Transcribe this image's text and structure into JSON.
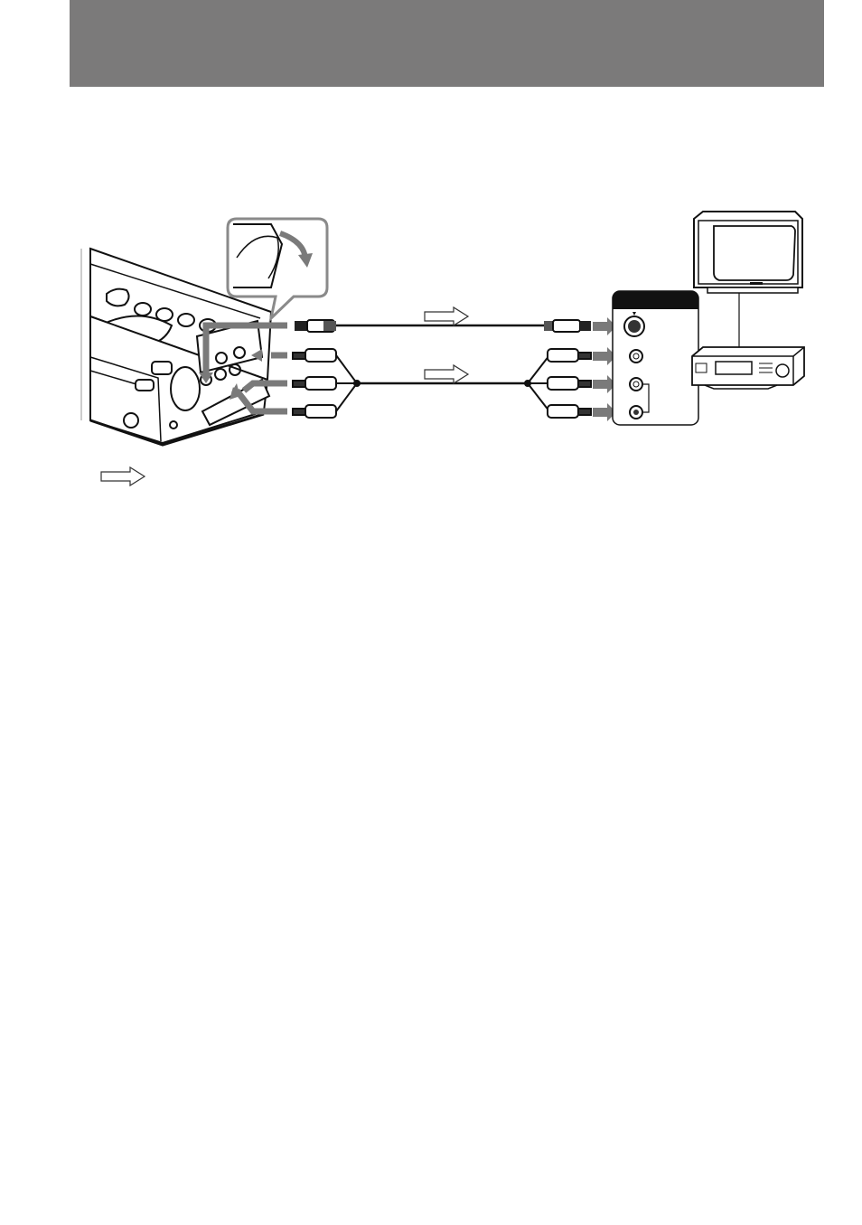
{
  "page": {
    "header_color": "#7b7a7a"
  },
  "diagram": {
    "devices": [
      "camcorder",
      "tv",
      "vcr",
      "input-panel"
    ],
    "signal_flow_icon": "hollow-arrow-icon"
  }
}
